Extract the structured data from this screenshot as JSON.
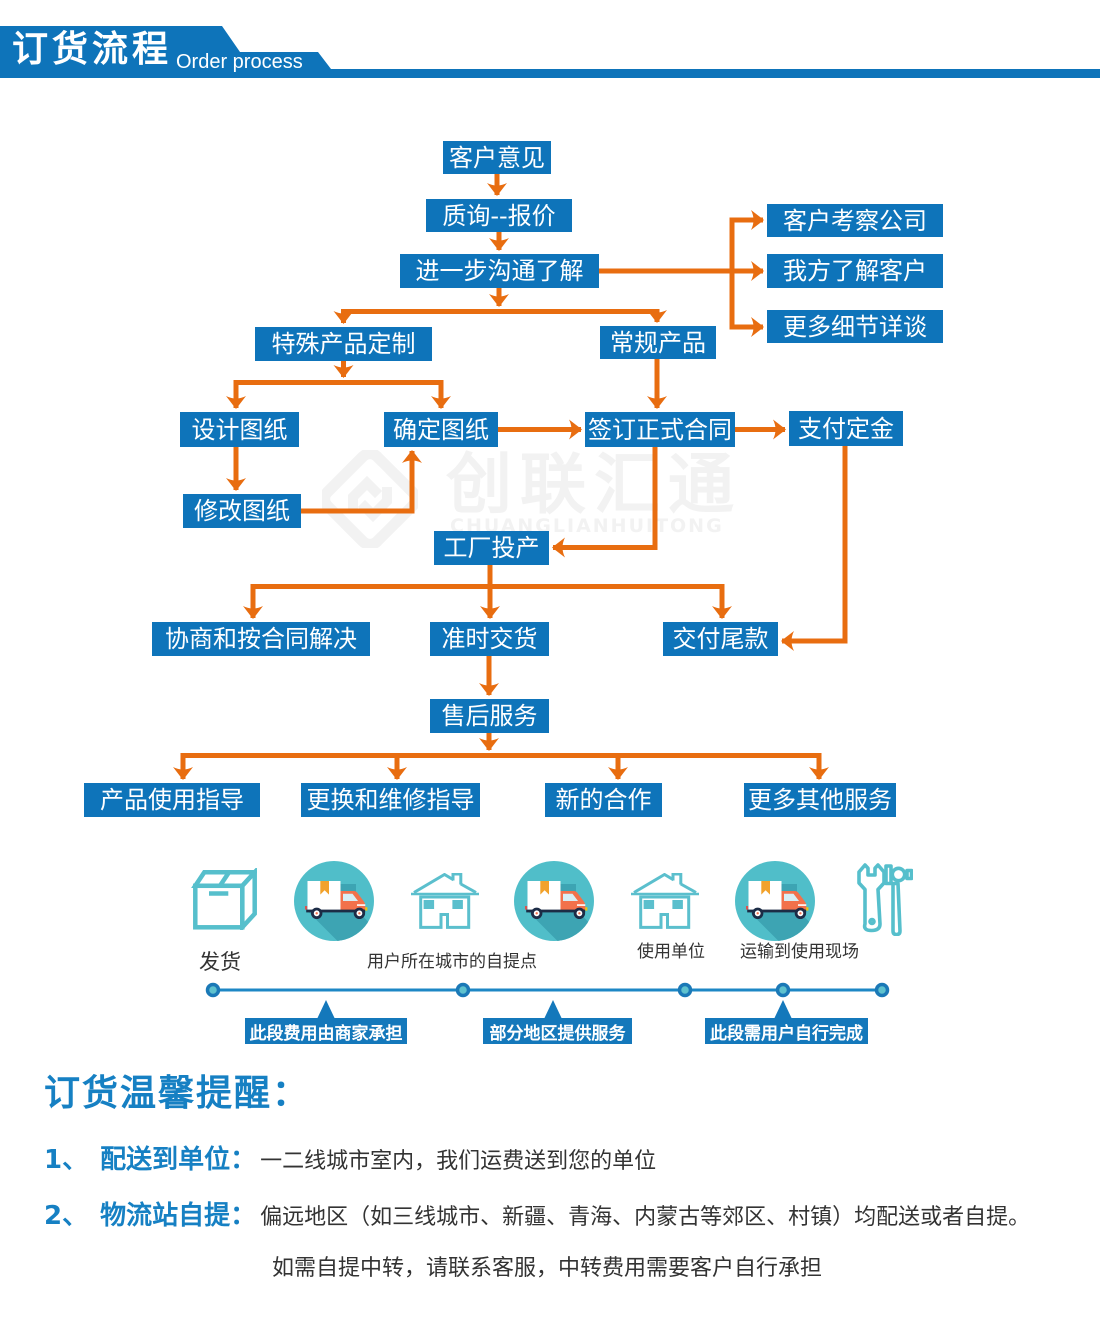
{
  "header": {
    "title": "订货流程",
    "subtitle": "Order process"
  },
  "watermark": {
    "brand_cn": "创联汇通",
    "brand_en": "CHUANGLIANHUITONG"
  },
  "flowchart": {
    "nodes": [
      "客户意见",
      "质询--报价",
      "进一步沟通了解",
      "客户考察公司",
      "我方了解客户",
      "更多细节详谈",
      "特殊产品定制",
      "常规产品",
      "设计图纸",
      "确定图纸",
      "签订正式合同",
      "支付定金",
      "修改图纸",
      "工厂投产",
      "协商和按合同解决",
      "准时交货",
      "交付尾款",
      "售后服务",
      "产品使用指导",
      "更换和维修指导",
      "新的合作",
      "更多其他服务"
    ]
  },
  "logistics": {
    "icons": [
      "package-box-icon",
      "delivery-truck-icon",
      "house-icon",
      "delivery-truck-icon",
      "house-icon",
      "delivery-truck-icon",
      "tools-icon"
    ],
    "labels": {
      "shipping": "发货",
      "pickup_point": "用户所在城市的自提点",
      "user_unit": "使用单位",
      "transport_site": "运输到使用现场"
    },
    "timeline_notes": [
      "此段费用由商家承担",
      "部分地区提供服务",
      "此段需用户自行完成"
    ]
  },
  "reminder": {
    "title": "订货温馨提醒：",
    "items": [
      {
        "num": "1、",
        "label": "配送到单位：",
        "text": "一二线城市室内，我们运费送到您的单位"
      },
      {
        "num": "2、",
        "label": "物流站自提：",
        "text": "偏远地区（如三线城市、新疆、青海、内蒙古等郊区、村镇）均配送或者自提。"
      }
    ],
    "note": "如需自提中转，请联系客服，中转费用需要客户自行承担"
  },
  "colors": {
    "primary_blue": "#0E74BA",
    "arrow_orange": "#E86D10",
    "timeline_blue": "#1D87C5",
    "note_box_blue": "#1478BB",
    "icon_teal": "#56BFCC",
    "watermark_gray": "#f2f2f2",
    "text_blue": "#1680C3",
    "text_dark": "#333333"
  }
}
